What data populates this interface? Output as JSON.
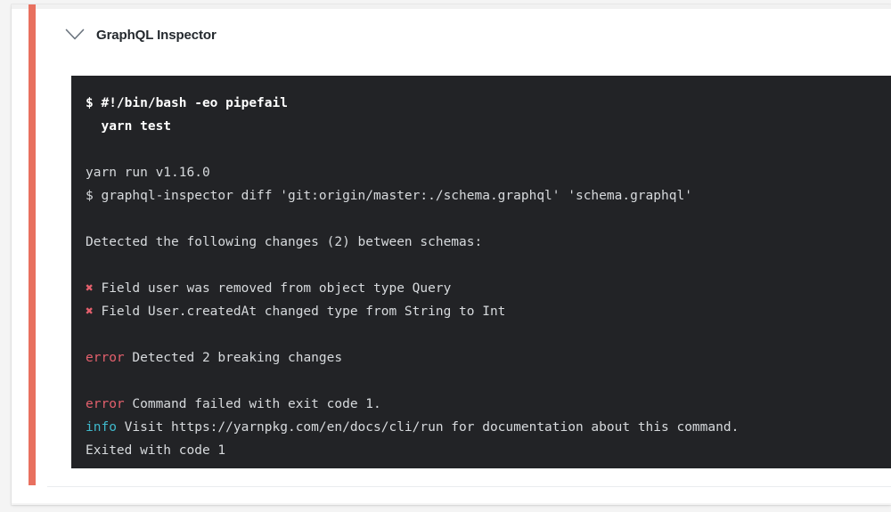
{
  "check": {
    "title": "GraphQL Inspector",
    "toggle_icon": "chevron-down-icon",
    "status_color": "#e8705f",
    "status": "failure"
  },
  "log": {
    "background_color": "#222326",
    "text_color": "#d7dadd",
    "error_color": "#e4606d",
    "info_color": "#3fb9cc",
    "lines": [
      {
        "id": "l1",
        "type": "command",
        "bold": true,
        "text": "$ #!/bin/bash -eo pipefail"
      },
      {
        "id": "l2",
        "type": "command",
        "bold": true,
        "text": "  yarn test"
      },
      {
        "id": "l3",
        "type": "blank",
        "bold": false,
        "text": ""
      },
      {
        "id": "l4",
        "type": "output",
        "bold": false,
        "text": "yarn run v1.16.0"
      },
      {
        "id": "l5",
        "type": "output",
        "bold": false,
        "text": "$ graphql-inspector diff 'git:origin/master:./schema.graphql' 'schema.graphql'"
      },
      {
        "id": "l6",
        "type": "blank",
        "bold": false,
        "text": ""
      },
      {
        "id": "l7",
        "type": "output",
        "bold": false,
        "text": "Detected the following changes (2) between schemas:"
      },
      {
        "id": "l8",
        "type": "blank",
        "bold": false,
        "text": ""
      },
      {
        "id": "l9",
        "type": "breaking",
        "bold": false,
        "marker": "✖",
        "text": "Field user was removed from object type Query"
      },
      {
        "id": "l10",
        "type": "breaking",
        "bold": false,
        "marker": "✖",
        "text": "Field User.createdAt changed type from String to Int"
      },
      {
        "id": "l11",
        "type": "blank",
        "bold": false,
        "text": ""
      },
      {
        "id": "l12",
        "type": "error",
        "bold": false,
        "label": "error",
        "text": " Detected 2 breaking changes"
      },
      {
        "id": "l13",
        "type": "blank",
        "bold": false,
        "text": ""
      },
      {
        "id": "l14",
        "type": "error",
        "bold": false,
        "label": "error",
        "text": " Command failed with exit code 1."
      },
      {
        "id": "l15",
        "type": "info",
        "bold": false,
        "label": "info",
        "text": " Visit https://yarnpkg.com/en/docs/cli/run for documentation about this command."
      },
      {
        "id": "l16",
        "type": "output",
        "bold": false,
        "text": "Exited with code 1"
      }
    ]
  }
}
